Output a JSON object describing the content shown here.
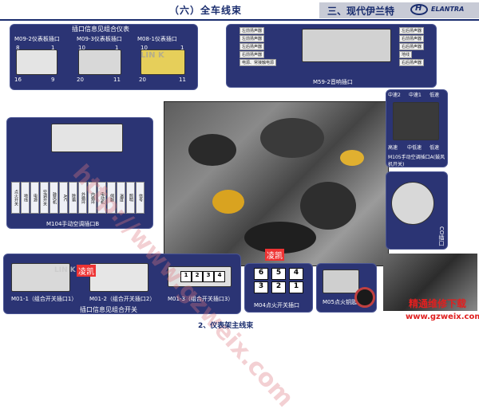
{
  "header": {
    "chapter": "（六）全车线束",
    "model": "三、现代伊兰特",
    "brand": "ELANTRA"
  },
  "panels": {
    "top_left_title": "插口信息见组合仪表",
    "m09_2": "M09-2仪表板插口",
    "m09_3": "M09-3仪表板插口",
    "m08_1": "M08-1仪表插口",
    "m09_2_pins": [
      "8",
      "1",
      "16",
      "9"
    ],
    "m09_3_pins": [
      "10",
      "1",
      "20",
      "11"
    ],
    "m08_1_pins": [
      "10",
      "1",
      "20",
      "11"
    ],
    "audio": "M59-2音响插口",
    "m104": "M104手动空调插口B",
    "m105": "M105手动空调插口A(鼓风机开关)",
    "m105_labels": [
      "中速2",
      "中速1",
      "低速",
      "高速",
      "中低速",
      "低速"
    ],
    "co": "CO插口",
    "bottom_title": "插口信息见组合开关",
    "m01_1": "M01-1（组合开关插口1）",
    "m01_2": "M01-2（组合开关插口2）",
    "m01_3": "M01-3（组合开关插口3）",
    "m01_3_pins": [
      "1",
      "2",
      "3",
      "4"
    ],
    "m04": "M04点火开关插口",
    "m04_pins": [
      "6",
      "5",
      "4",
      "3",
      "2",
      "1"
    ],
    "m05": "M05点火钥匙插口",
    "caption": "2、仪表架主线束",
    "brand_mark": "凌凯",
    "lin_k": "LIN K"
  },
  "audio_left_tags": [
    "左前扬声器",
    "左前扬声器",
    "左后扬声器",
    "右前扬声器",
    "电源、常接触电源"
  ],
  "audio_right_tags": [
    "左后扬声器",
    "右前扬声器",
    "右后扬声器",
    "地线",
    "右后扬声器"
  ],
  "m104_labels": [
    "点火开关",
    "地线",
    "电源",
    "空调开关",
    "鼓风机",
    "A/C",
    "除霜",
    "外循环",
    "内循环",
    "电动机",
    "伺服",
    "温度",
    "照明",
    "信号"
  ],
  "watermarks": {
    "site": "www.gzweix.com",
    "site_cn": "精通维修下载",
    "wm1": "http://www.gzweix.com"
  },
  "colors": {
    "panel": "#2b3474",
    "title": "#1a2d6e",
    "watermark": "#e02020"
  }
}
